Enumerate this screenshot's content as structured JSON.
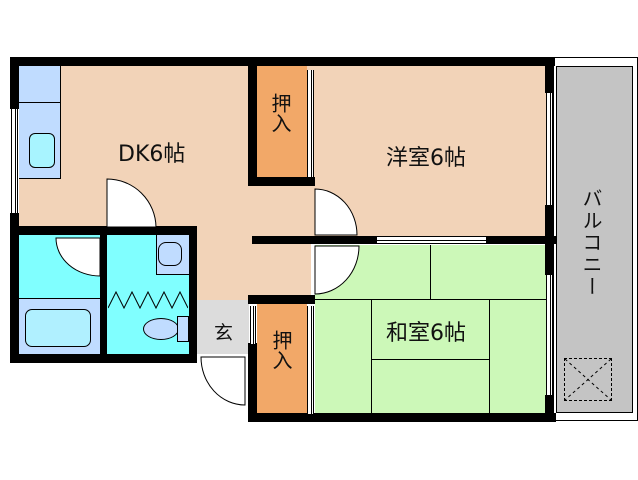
{
  "floor_plan": {
    "rooms": [
      {
        "id": "dk",
        "label": "DK6帖",
        "type": "dining-kitchen",
        "size_jo": 6,
        "color": "#f2d3b8"
      },
      {
        "id": "yoshitsu",
        "label": "洋室6帖",
        "type": "western-room",
        "size_jo": 6,
        "color": "#f2d3b8"
      },
      {
        "id": "washitsu",
        "label": "和室6帖",
        "type": "japanese-tatami-room",
        "size_jo": 6,
        "color": "#ccf8b8"
      },
      {
        "id": "oshiire_upper",
        "label": "押入",
        "type": "closet",
        "color": "#f2a868"
      },
      {
        "id": "oshiire_lower",
        "label": "押入",
        "type": "closet",
        "color": "#f2a868"
      },
      {
        "id": "genkan",
        "label": "玄",
        "type": "entrance",
        "color": "#dcdcdc"
      },
      {
        "id": "balcony",
        "label": "バルコニー",
        "type": "balcony",
        "color": "#c4c4c4"
      },
      {
        "id": "bathroom",
        "label": "",
        "type": "bath",
        "color": "#80ffff"
      },
      {
        "id": "toilet_wash",
        "label": "",
        "type": "toilet-washroom",
        "color": "#80ffff"
      }
    ],
    "colors": {
      "wall": "#000000",
      "fixture": "#c0dcff",
      "wet_area": "#80ffff",
      "bath_tub": "#b0f0ff"
    }
  }
}
